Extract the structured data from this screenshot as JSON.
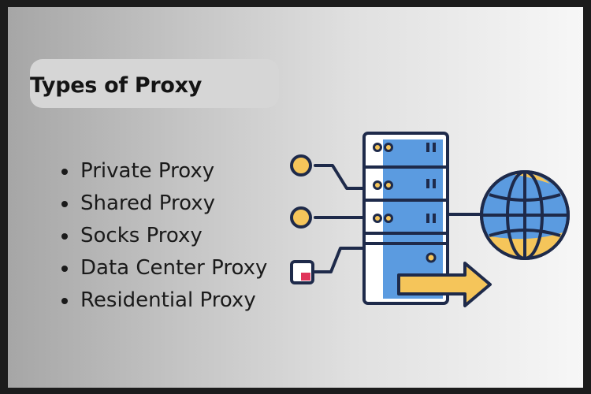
{
  "title": "Types of Proxy",
  "proxy_types": [
    "Private Proxy",
    "Shared Proxy",
    "Socks Proxy",
    "Data Center Proxy",
    "Residential Proxy"
  ],
  "icons": [
    "server-icon",
    "globe-icon",
    "arrow-right-icon",
    "node-icon"
  ],
  "colors": {
    "border": "#1c1c1c",
    "server_blue": "#5b9be0",
    "outline": "#1e2a4a",
    "accent_yellow": "#f5c55a",
    "accent_pink": "#e0345a"
  }
}
